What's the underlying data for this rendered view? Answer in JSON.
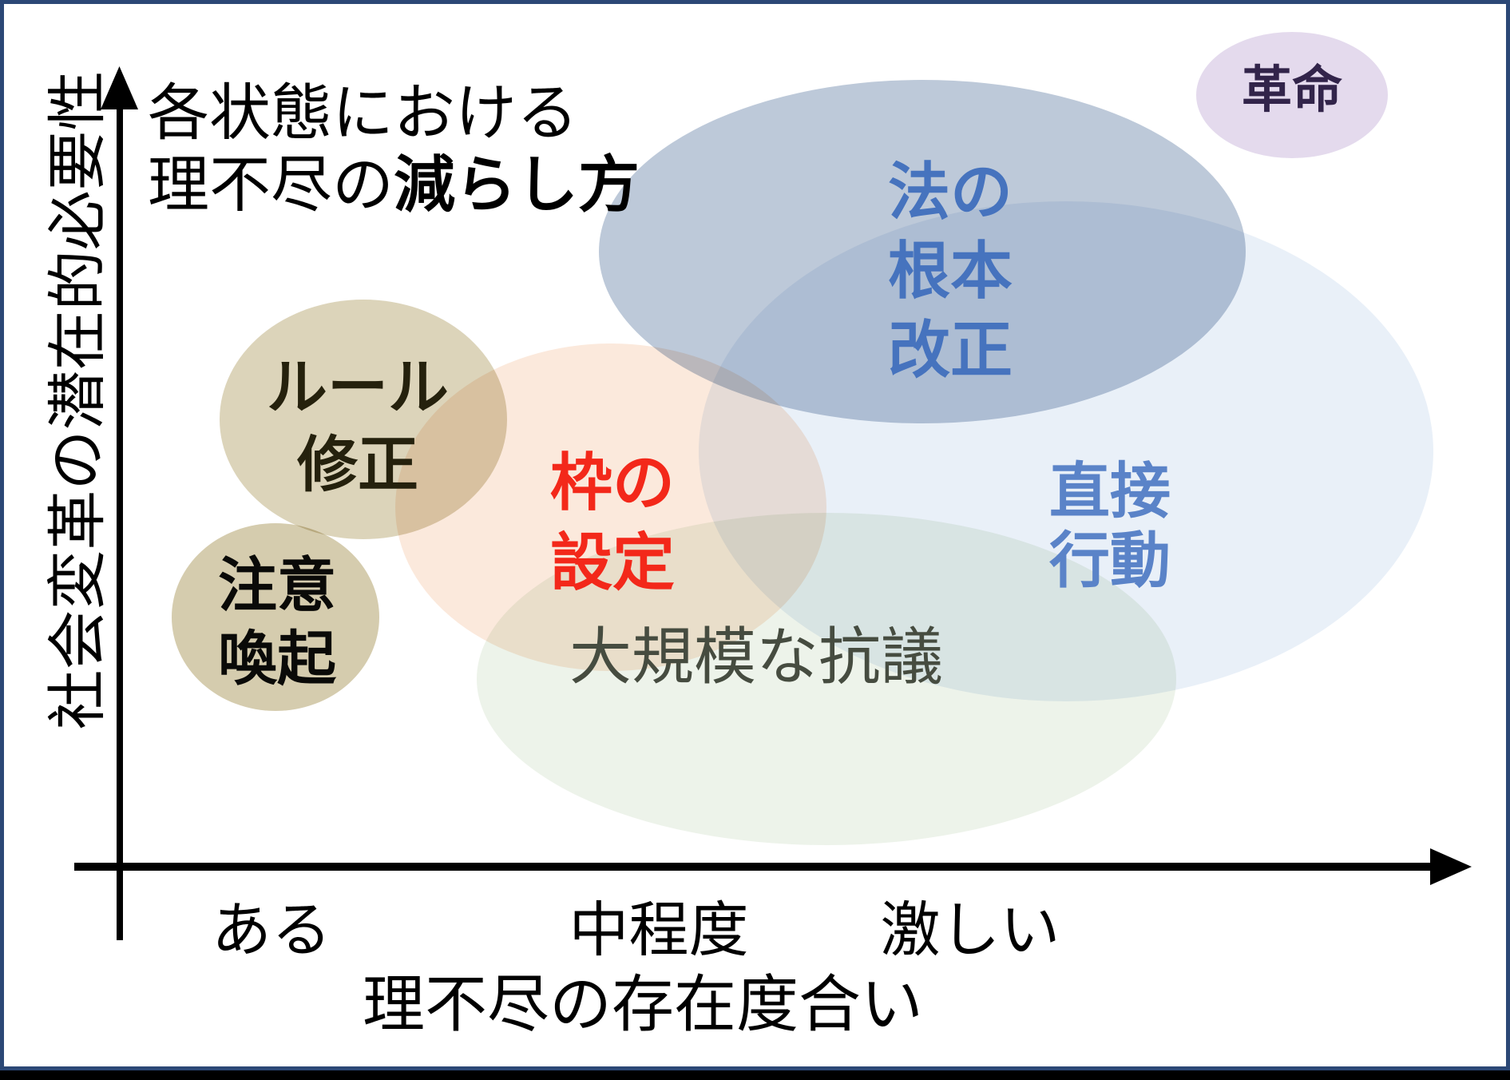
{
  "frame": {
    "border_color": "#2C4876",
    "bottom_bar_color": "#000000",
    "slide_background": "#FFFFFF"
  },
  "title": {
    "line1": "各状態における",
    "line2_regular": "理不尽の",
    "line2_bold": "減らし方"
  },
  "axes": {
    "color": "#000000",
    "y_axis_label": "社会変革の潜在的必要性",
    "x_axis_label": "理不尽の存在度合い",
    "x_tick_labels": [
      "ある",
      "中程度",
      "激しい"
    ]
  },
  "bubbles": [
    {
      "name": "rule-correction",
      "lines": [
        "ルール",
        "修正"
      ],
      "fill": "#DCD4BA",
      "text_color": "#25210D",
      "x_level": "ある",
      "y_level": "中"
    },
    {
      "name": "attention-raising",
      "lines": [
        "注意",
        "喚起"
      ],
      "fill": "#D5CCAE",
      "text_color": "#0A0A08",
      "x_level": "ある",
      "y_level": "低"
    },
    {
      "name": "frame-setting",
      "lines": [
        "枠の",
        "設定"
      ],
      "fill": "#FBE9DC",
      "text_color": "#F3281A",
      "x_level": "中程度",
      "y_level": "中"
    },
    {
      "name": "fundamental-law-revision",
      "lines": [
        "法の",
        "根本",
        "改正"
      ],
      "fill": "#BDC9D9",
      "text_color": "#4673BE",
      "x_level": "中程度〜激しい",
      "y_level": "高"
    },
    {
      "name": "direct-action",
      "lines": [
        "直接",
        "行動"
      ],
      "fill": "#E9F0F8",
      "text_color": "#5A83C8",
      "x_level": "激しい",
      "y_level": "中〜高"
    },
    {
      "name": "large-scale-protest",
      "lines": [
        "大規模な抗議"
      ],
      "fill": "#EDF3EA",
      "text_color": "#464C40",
      "x_level": "中程度〜激しい",
      "y_level": "低"
    },
    {
      "name": "revolution",
      "lines": [
        "革命"
      ],
      "fill": "#E4DAED",
      "text_color": "#32244A",
      "x_level": "激しい",
      "y_level": "最高"
    }
  ]
}
